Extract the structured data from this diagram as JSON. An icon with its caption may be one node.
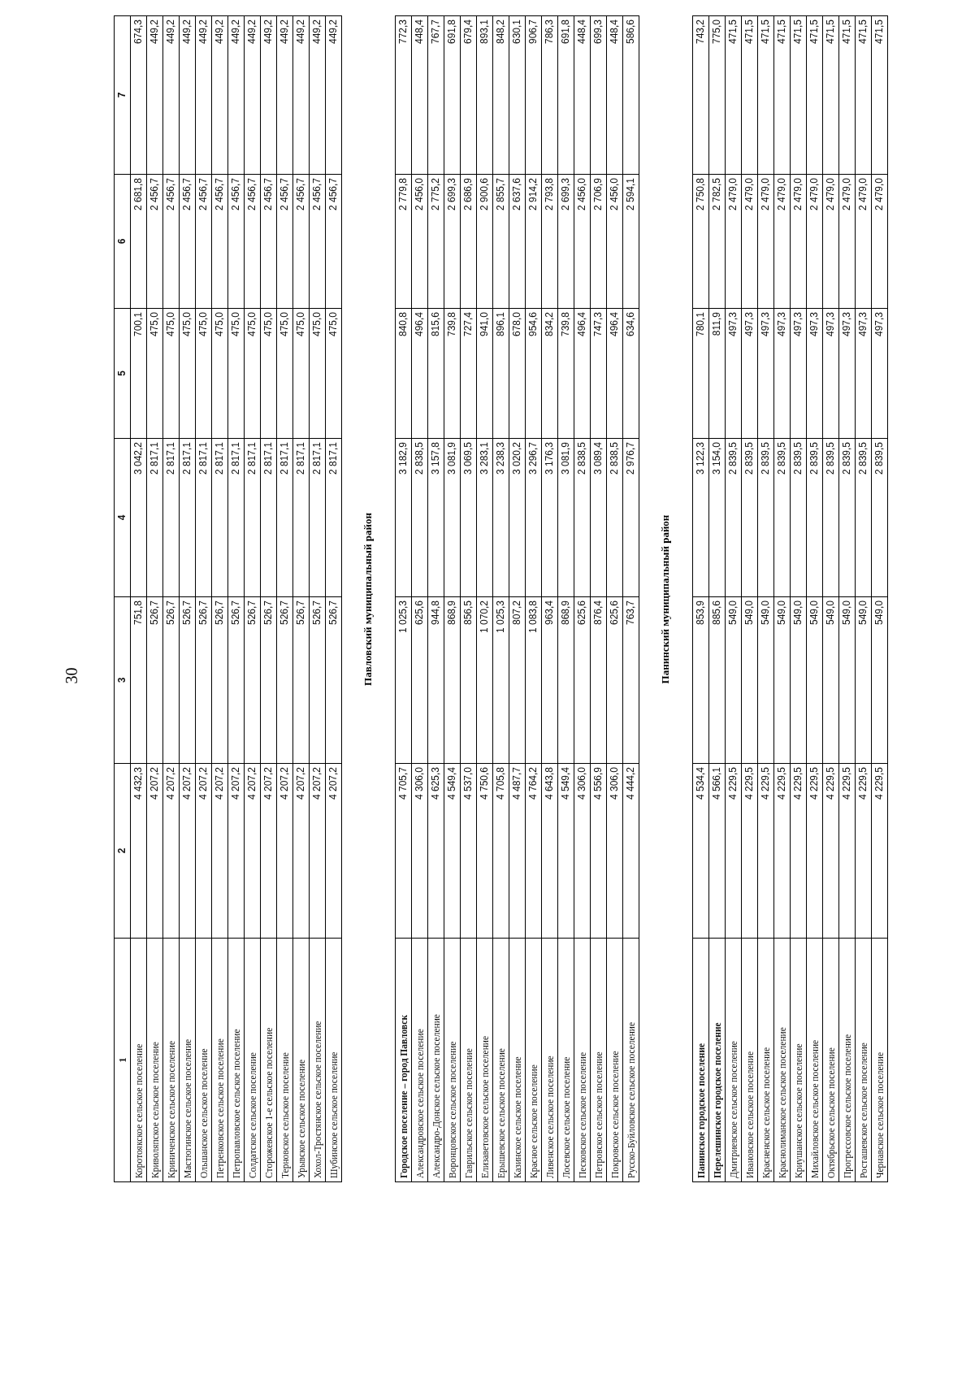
{
  "diagram": {
    "labels": [
      "30",
      "1",
      "2",
      "3",
      "4",
      "5",
      "6",
      "7",
      "Коротоякское сельское поселение",
      "4 432,3",
      "751,8",
      "3 042,2",
      "700,1",
      "2 681,8",
      "674,3",
      "Криволяпское сельское поселение",
      "4 207,2",
      "526,7",
      "2 817,1",
      "475,0",
      "2 456,7",
      "449,2",
      "Криниченское сельское поселение",
      "4 207,2",
      "526,7",
      "2 817,1",
      "475,0",
      "2 456,7",
      "449,2",
      "Мастюгинское сельское поселение",
      "4 207,2",
      "526,7",
      "2 817,1",
      "475,0",
      "2 456,7",
      "449,2",
      "Ольшанское сельское поселение",
      "4 207,2",
      "526,7",
      "2 817,1",
      "475,0",
      "2 456,7",
      "449,2",
      "Петренковское сельское поселение",
      "4 207,2",
      "526,7",
      "2 817,1",
      "475,0",
      "2 456,7",
      "449,2",
      "Петропавловское сельское поселение",
      "4 207,2",
      "526,7",
      "2 817,1",
      "475,0",
      "2 456,7",
      "449,2",
      "Солдатское сельское поселение",
      "4 207,2",
      "526,7",
      "2 817,1",
      "475,0",
      "2 456,7",
      "449,2",
      "Сторожевское 1-е сельское поселение",
      "4 207,2",
      "526,7",
      "2 817,1",
      "475,0",
      "2 456,7",
      "449,2",
      "Терновское сельское поселение",
      "4 207,2",
      "526,7",
      "2 817,1",
      "475,0",
      "2 456,7",
      "449,2",
      "Урывское сельское поселение",
      "4 207,2",
      "526,7",
      "2 817,1",
      "475,0",
      "2 456,7",
      "449,2",
      "Хохол-Тростянское сельское поселение",
      "4 207,2",
      "526,7",
      "2 817,1",
      "475,0",
      "2 456,7",
      "449,2",
      "Шубинское сельское поселение",
      "4 207,2",
      "526,7",
      "2 817,1",
      "475,0",
      "2 456,7",
      "449,2",
      "Павловский муниципальный район",
      "Городское поселение – город Павловск",
      "4 705,7",
      "1 025,3",
      "3 182,9",
      "840,8",
      "2 779,8",
      "772,3",
      "Александровское сельское поселение",
      "4 306,0",
      "625,6",
      "2 838,5",
      "496,4",
      "2 456,0",
      "448,4",
      "Александро-Донское сельское поселение",
      "4 625,3",
      "944,8",
      "3 157,8",
      "815,6",
      "2 775,2",
      "767,7",
      "Воронцовское сельское поселение",
      "4 549,4",
      "868,9",
      "3 081,9",
      "739,8",
      "2 699,3",
      "691,8",
      "Гаврильское сельское поселение",
      "4 537,0",
      "856,5",
      "3 069,5",
      "727,4",
      "2 686,9",
      "679,4",
      "Елизаветовское сельское поселение",
      "4 750,6",
      "1 070,2",
      "3 283,1",
      "941,0",
      "2 900,6",
      "893,1",
      "Ерышевское сельское поселение",
      "4 705,8",
      "1 025,3",
      "3 238,3",
      "896,1",
      "2 855,7",
      "848,2",
      "Казинское сельское поселение",
      "4 487,7",
      "807,2",
      "3 020,2",
      "678,0",
      "2 637,6",
      "630,1",
      "Красное сельское поселение",
      "4 764,2",
      "1 083,8",
      "3 296,7",
      "954,6",
      "2 914,2",
      "906,7",
      "Ливенское сельское поселение",
      "4 643,8",
      "963,4",
      "3 176,3",
      "834,2",
      "2 793,8",
      "786,3",
      "Лосевское сельское поселение",
      "4 549,4",
      "868,9",
      "3 081,9",
      "739,8",
      "2 699,3",
      "691,8",
      "Песковское сельское поселение",
      "4 306,0",
      "625,6",
      "2 838,5",
      "496,4",
      "2 456,0",
      "448,4",
      "Петровское сельское поселение",
      "4 556,9",
      "876,4",
      "3 089,4",
      "747,3",
      "2 706,9",
      "699,3",
      "Покровское сельское поселение",
      "4 306,0",
      "625,6",
      "2 838,5",
      "496,4",
      "2 456,0",
      "448,4",
      "Русско-Буйловское сельское поселение",
      "4 444,2",
      "763,7",
      "2 976,7",
      "634,6",
      "2 594,1",
      "586,6",
      "Панинский муниципальный район",
      "Панинское городское поселение",
      "4 534,4",
      "853,9",
      "3 122,3",
      "780,1",
      "2 750,8",
      "743,2",
      "Перелешинское городское поселение",
      "4 566,1",
      "885,6",
      "3 154,0",
      "811,9",
      "2 782,5",
      "775,0",
      "Дмитриевское сельское поселение",
      "4 229,5",
      "549,0",
      "2 839,5",
      "497,3",
      "2 479,0",
      "471,5",
      "Ивановское сельское поселение",
      "4 229,5",
      "549,0",
      "2 839,5",
      "497,3",
      "2 479,0",
      "471,5",
      "Красненское сельское поселение",
      "4 229,5",
      "549,0",
      "2 839,5",
      "497,3",
      "2 479,0",
      "471,5",
      "Краснолиманское сельское поселение",
      "4 229,5",
      "549,0",
      "2 839,5",
      "497,3",
      "2 479,0",
      "471,5",
      "Криушанское сельское поселение",
      "4 229,5",
      "549,0",
      "2 839,5",
      "497,3",
      "2 479,0",
      "471,5",
      "Михайловское сельское поселение",
      "4 229,5",
      "549,0",
      "2 839,5",
      "497,3",
      "2 479,0",
      "471,5",
      "Октябрьское сельское поселение",
      "4 229,5",
      "549,0",
      "2 839,5",
      "497,3",
      "2 479,0",
      "471,5",
      "Прогрессовское сельское поселение",
      "4 229,5",
      "549,0",
      "2 839,5",
      "497,3",
      "2 479,0",
      "471,5",
      "Росташевское сельское поселение",
      "4 229,5",
      "549,0",
      "2 839,5",
      "497,3",
      "2 479,0",
      "471,5",
      "Чернавское сельское поселение",
      "4 229,5",
      "549,0",
      "2 839,5",
      "497,3",
      "2 479,0",
      "471,5"
    ]
  }
}
